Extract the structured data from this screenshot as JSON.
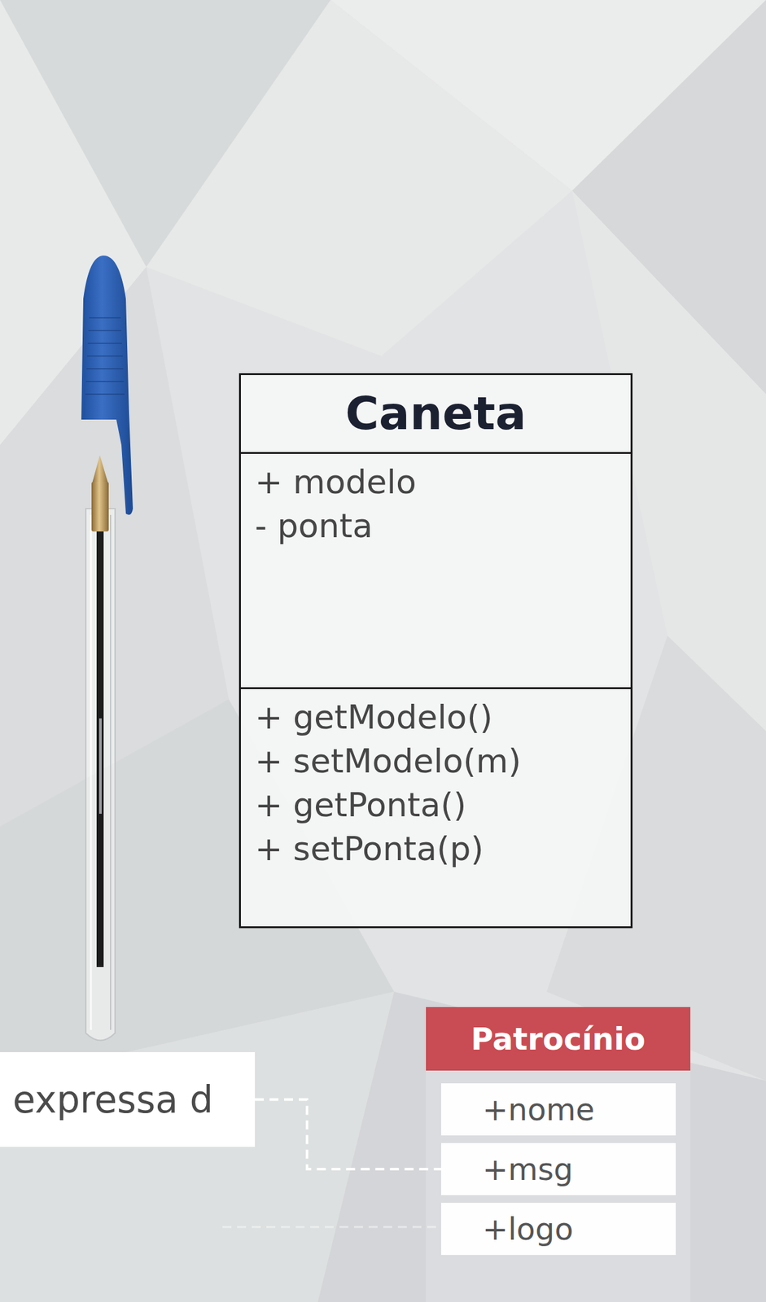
{
  "diagram": {
    "nodes": [
      {
        "text": [
          "Caneta"
        ]
      },
      {
        "text": [
          "+ modelo",
          "- ponta"
        ],
        "in": 0
      },
      {
        "text": [
          "+ getModelo()",
          "+ setModelo(m)",
          "+ getPonta()",
          "+ setPonta(p)"
        ],
        "in": 0
      },
      {
        "text": [
          "Patrocínio"
        ]
      },
      {
        "text": [
          "+nome"
        ],
        "in": 3
      },
      {
        "text": [
          "+msg"
        ],
        "in": 3
      },
      {
        "text": [
          "+logo"
        ],
        "in": 3
      },
      {
        "text": [
          "expressa d"
        ]
      }
    ],
    "edges": [
      {
        "from": 7,
        "to": 5,
        "arrow": "none"
      }
    ]
  }
}
